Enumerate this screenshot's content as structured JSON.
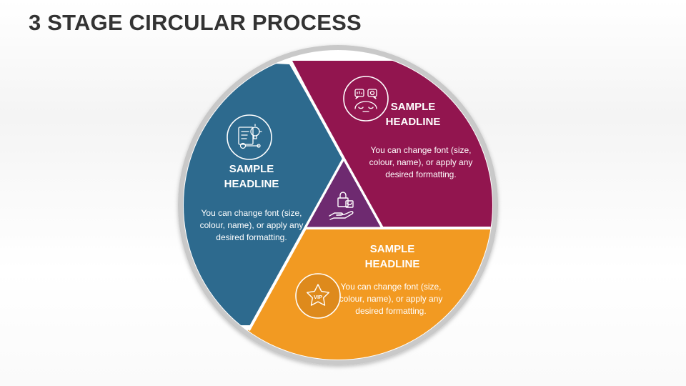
{
  "slide": {
    "title": "3 STAGE CIRCULAR PROCESS"
  },
  "colors": {
    "blue": "#2D6A8E",
    "magenta": "#92154F",
    "orange": "#F29A22",
    "center": "#6E2A70",
    "ring": "#C9C9C9",
    "text": "#FFFFFF"
  },
  "stages": [
    {
      "headline": "SAMPLE HEADLINE",
      "body": "You can change font (size, colour, name), or apply any desired formatting.",
      "color": "#2D6A8E",
      "icon": "idea-document-gear-icon"
    },
    {
      "headline": "SAMPLE HEADLINE",
      "body": "You can change font (size, colour, name), or apply any desired formatting.",
      "color": "#92154F",
      "icon": "thinking-face-chat-icon"
    },
    {
      "headline": "SAMPLE HEADLINE",
      "body": "You can change font (size, colour, name), or apply any desired formatting.",
      "color": "#F29A22",
      "icon": "vip-star-badge-icon"
    }
  ],
  "center": {
    "icon": "shopping-bag-hand-icon"
  }
}
